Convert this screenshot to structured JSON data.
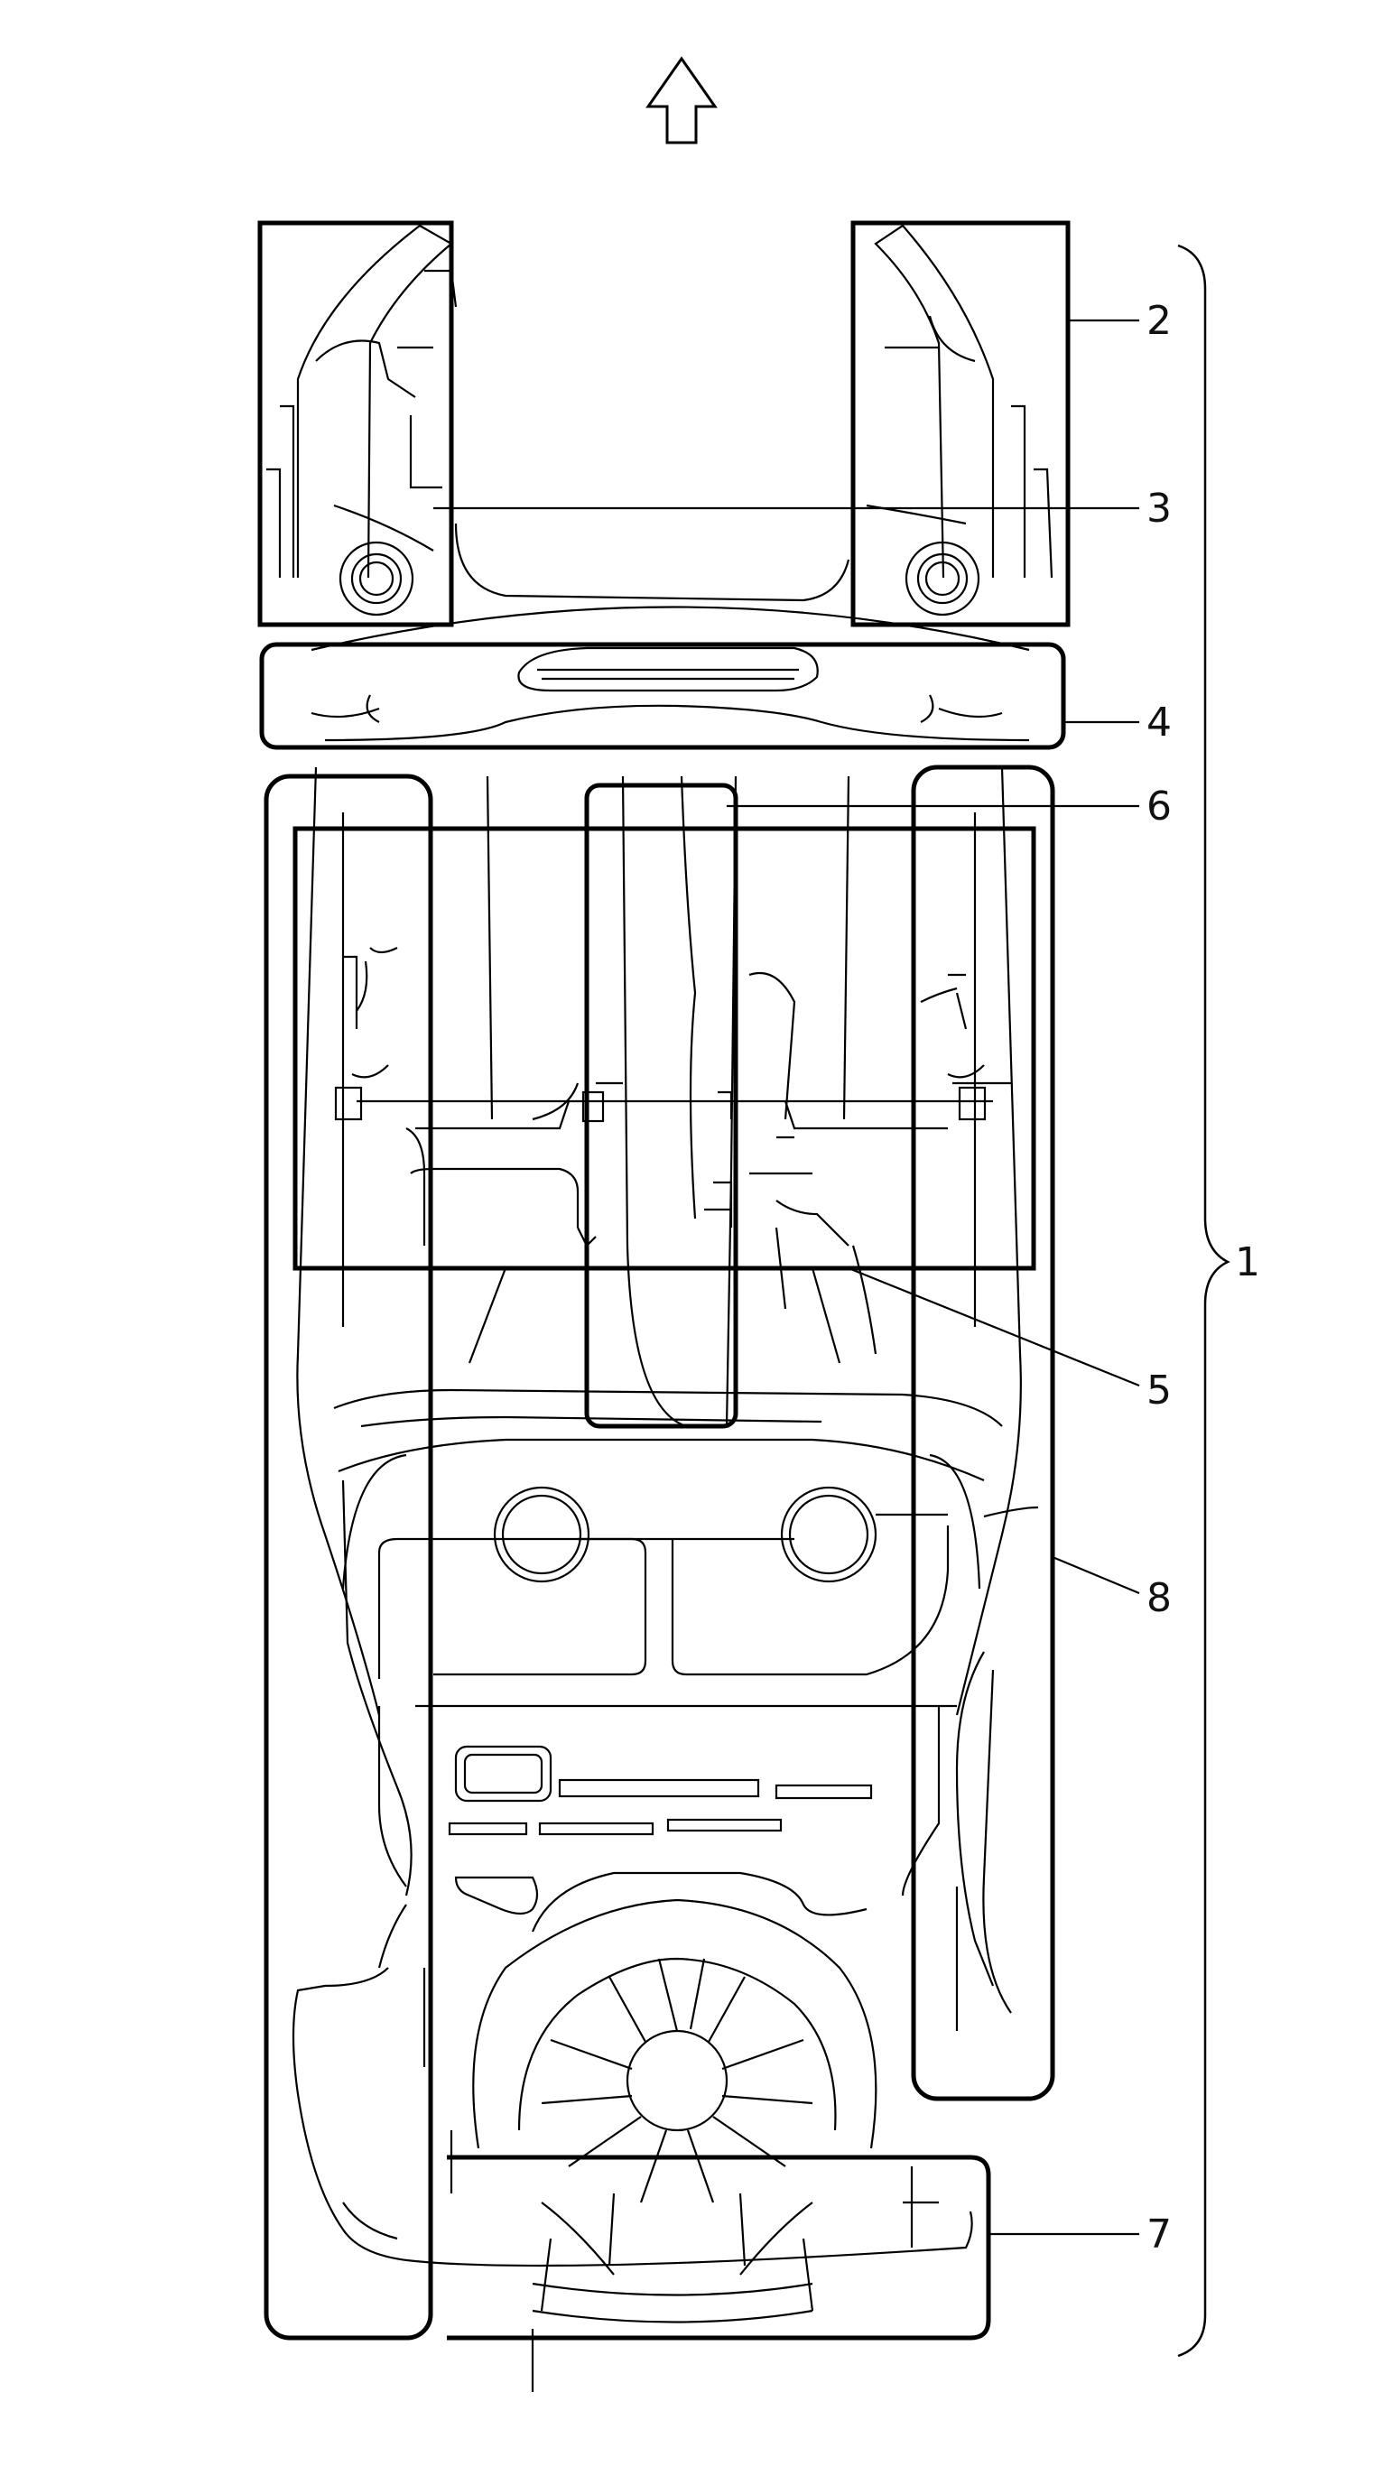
{
  "figure": {
    "direction_indicator": "arrow-up-icon",
    "callouts": [
      {
        "id": "c1",
        "label": "1"
      },
      {
        "id": "c2",
        "label": "2"
      },
      {
        "id": "c3",
        "label": "3"
      },
      {
        "id": "c4",
        "label": "4"
      },
      {
        "id": "c5",
        "label": "5"
      },
      {
        "id": "c6",
        "label": "6"
      },
      {
        "id": "c7",
        "label": "7"
      },
      {
        "id": "c8",
        "label": "8"
      }
    ]
  }
}
